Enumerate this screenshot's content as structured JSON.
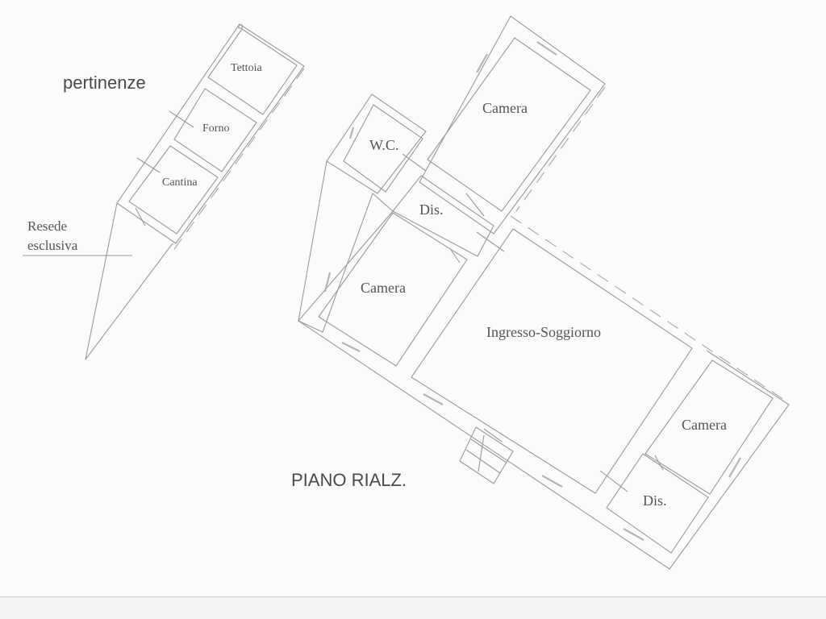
{
  "drawing": {
    "floor_title": "PIANO RIALZ.",
    "annex_title": "pertinenze",
    "annex_rooms": [
      {
        "label": "Tettoia"
      },
      {
        "label": "Forno"
      },
      {
        "label": "Cantina"
      }
    ],
    "outdoor_area": {
      "line1": "Resede",
      "line2": "esclusiva"
    },
    "main_rooms": [
      {
        "label": "Camera"
      },
      {
        "label": "W.C."
      },
      {
        "label": "Dis."
      },
      {
        "label": "Camera"
      },
      {
        "label": "Ingresso-Soggiorno"
      },
      {
        "label": "Camera"
      },
      {
        "label": "Dis."
      }
    ]
  },
  "colors": {
    "background": "#fbfbfb",
    "line": "#9a9a9a",
    "text": "#555555"
  }
}
